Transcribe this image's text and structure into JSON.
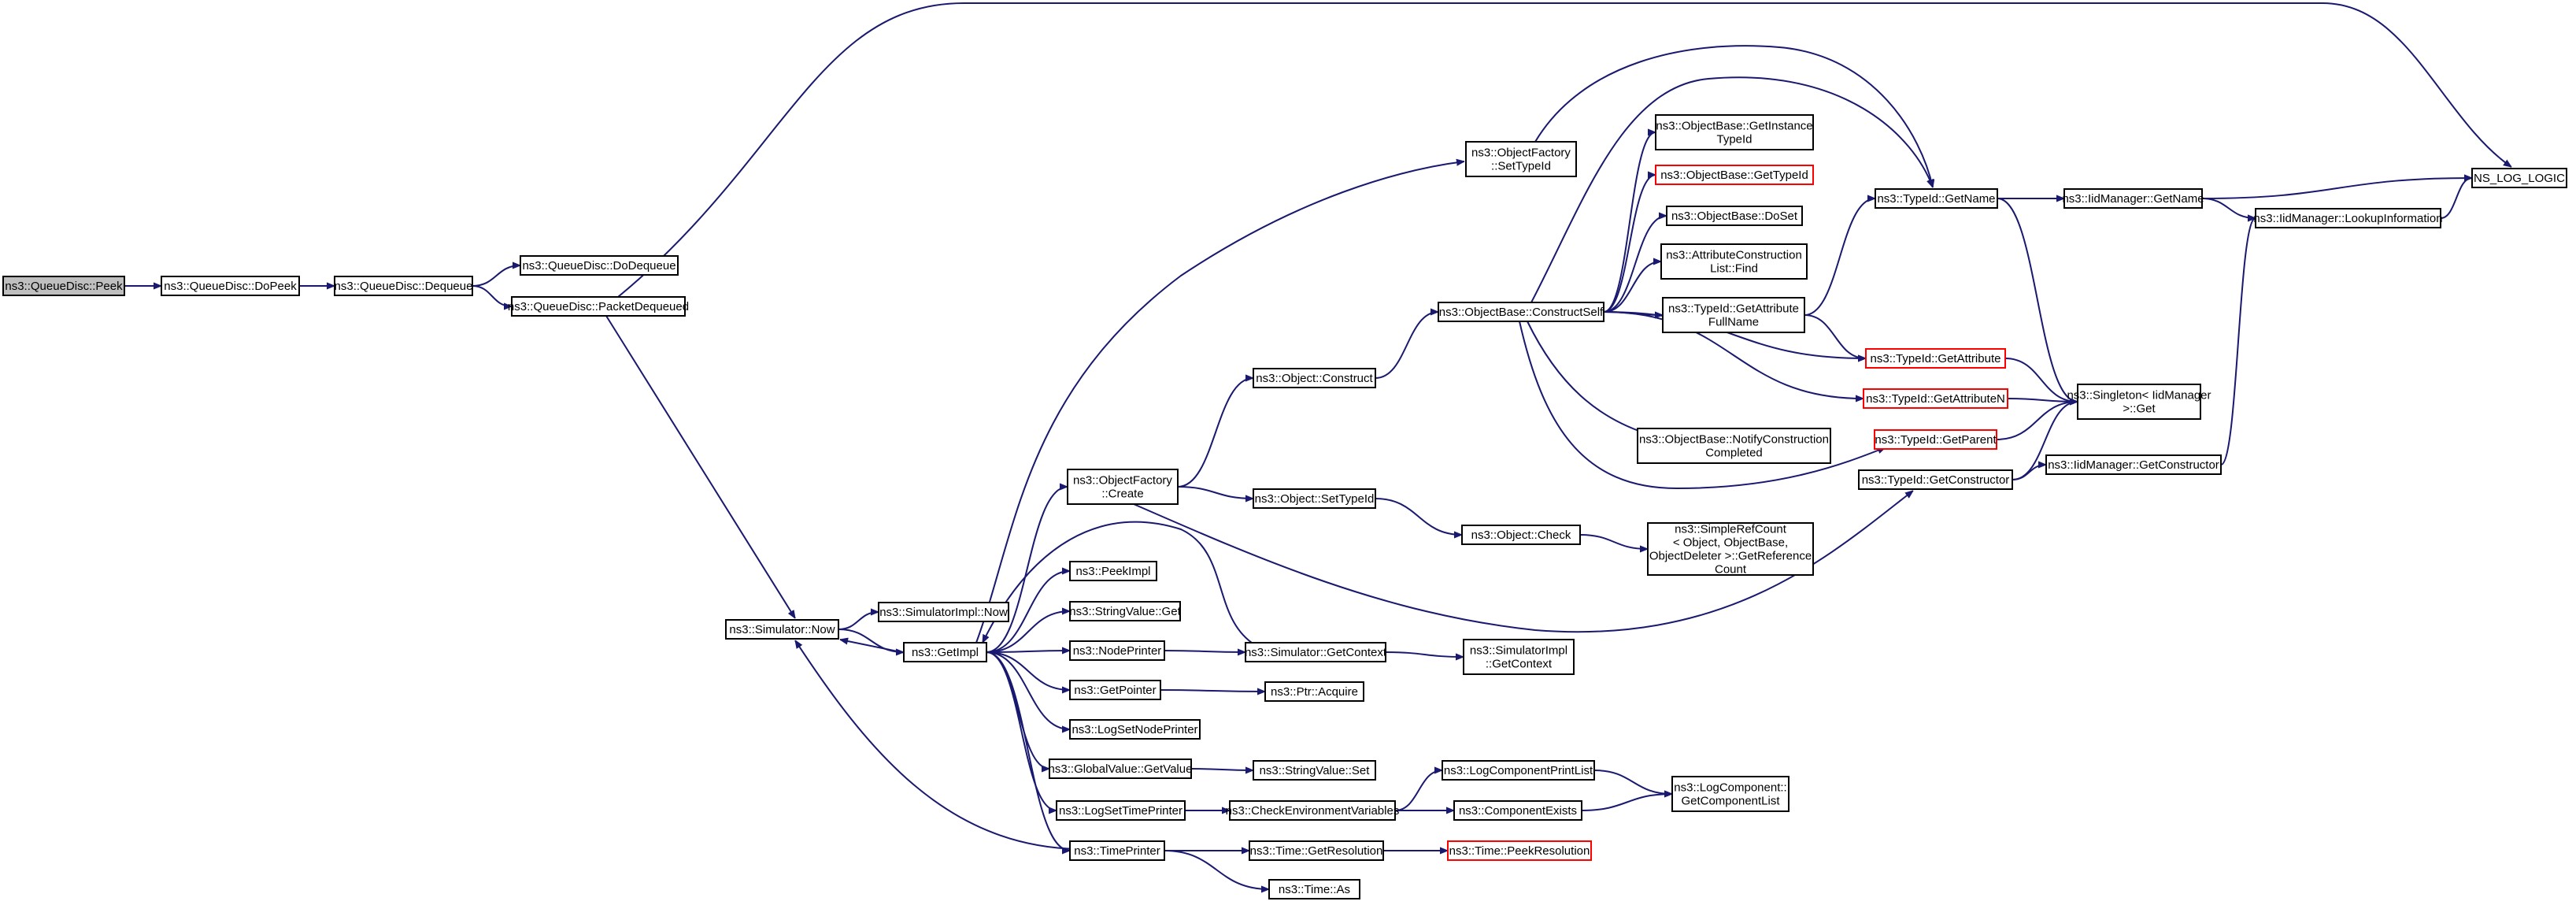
{
  "colors": {
    "edge": "#191970",
    "highlight_border": "#ff0000",
    "root_fill": "#bfbfbf",
    "border": "#000000"
  },
  "nodes": [
    {
      "id": "peek",
      "lines": [
        "ns3::QueueDisc::Peek"
      ],
      "style": "root"
    },
    {
      "id": "dopeek",
      "lines": [
        "ns3::QueueDisc::DoPeek"
      ]
    },
    {
      "id": "dequeue",
      "lines": [
        "ns3::QueueDisc::Dequeue"
      ]
    },
    {
      "id": "dodequeue",
      "lines": [
        "ns3::QueueDisc::DoDequeue"
      ]
    },
    {
      "id": "pktdeq",
      "lines": [
        "ns3::QueueDisc::PacketDequeued"
      ]
    },
    {
      "id": "simnow",
      "lines": [
        "ns3::Simulator::Now"
      ]
    },
    {
      "id": "simimplnow",
      "lines": [
        "ns3::SimulatorImpl::Now"
      ]
    },
    {
      "id": "getimpl",
      "lines": [
        "ns3::GetImpl"
      ]
    },
    {
      "id": "objfactcreate",
      "lines": [
        "ns3::ObjectFactory",
        "::Create"
      ]
    },
    {
      "id": "peekimpl",
      "lines": [
        "ns3::PeekImpl"
      ]
    },
    {
      "id": "strvalget",
      "lines": [
        "ns3::StringValue::Get"
      ]
    },
    {
      "id": "nodeprinter",
      "lines": [
        "ns3::NodePrinter"
      ]
    },
    {
      "id": "getpointer",
      "lines": [
        "ns3::GetPointer"
      ]
    },
    {
      "id": "logsetnodeprinter",
      "lines": [
        "ns3::LogSetNodePrinter"
      ]
    },
    {
      "id": "globalvalget",
      "lines": [
        "ns3::GlobalValue::GetValue"
      ]
    },
    {
      "id": "logsettimeprinter",
      "lines": [
        "ns3::LogSetTimePrinter"
      ]
    },
    {
      "id": "timeprinter",
      "lines": [
        "ns3::TimePrinter"
      ]
    },
    {
      "id": "objconstruct",
      "lines": [
        "ns3::Object::Construct"
      ]
    },
    {
      "id": "objsettypeid",
      "lines": [
        "ns3::Object::SetTypeId"
      ]
    },
    {
      "id": "simgetcontext",
      "lines": [
        "ns3::Simulator::GetContext"
      ]
    },
    {
      "id": "ptracquire",
      "lines": [
        "ns3::Ptr::Acquire"
      ]
    },
    {
      "id": "strvalset",
      "lines": [
        "ns3::StringValue::Set"
      ]
    },
    {
      "id": "checkenv",
      "lines": [
        "ns3::CheckEnvironmentVariables"
      ]
    },
    {
      "id": "timegetres",
      "lines": [
        "ns3::Time::GetResolution"
      ]
    },
    {
      "id": "timeas",
      "lines": [
        "ns3::Time::As"
      ]
    },
    {
      "id": "objfactsettypeid",
      "lines": [
        "ns3::ObjectFactory",
        "::SetTypeId"
      ]
    },
    {
      "id": "objbaseconstructself",
      "lines": [
        "ns3::ObjectBase::ConstructSelf"
      ]
    },
    {
      "id": "objcheck",
      "lines": [
        "ns3::Object::Check"
      ]
    },
    {
      "id": "simimplgetcontext",
      "lines": [
        "ns3::SimulatorImpl",
        "::GetContext"
      ]
    },
    {
      "id": "logcompprintlist",
      "lines": [
        "ns3::LogComponentPrintList"
      ]
    },
    {
      "id": "compexists",
      "lines": [
        "ns3::ComponentExists"
      ]
    },
    {
      "id": "timepeekres",
      "lines": [
        "ns3::Time::PeekResolution"
      ],
      "style": "red"
    },
    {
      "id": "objbasegetinsttid",
      "lines": [
        "ns3::ObjectBase::GetInstance",
        "TypeId"
      ]
    },
    {
      "id": "objbasegettid",
      "lines": [
        "ns3::ObjectBase::GetTypeId"
      ],
      "style": "red"
    },
    {
      "id": "objbasedoset",
      "lines": [
        "ns3::ObjectBase::DoSet"
      ]
    },
    {
      "id": "attrconstrlistfind",
      "lines": [
        "ns3::AttributeConstruction",
        "List::Find"
      ]
    },
    {
      "id": "tidgetattrfullname",
      "lines": [
        "ns3::TypeId::GetAttribute",
        "FullName"
      ]
    },
    {
      "id": "objbasenotify",
      "lines": [
        "ns3::ObjectBase::NotifyConstruction",
        "Completed"
      ]
    },
    {
      "id": "simplerefcount",
      "lines": [
        "ns3::SimpleRefCount",
        "< Object, ObjectBase,",
        "ObjectDeleter >::GetReference",
        "Count"
      ]
    },
    {
      "id": "logcompgetlist",
      "lines": [
        "ns3::LogComponent::",
        "GetComponentList"
      ]
    },
    {
      "id": "tidgetname",
      "lines": [
        "ns3::TypeId::GetName"
      ]
    },
    {
      "id": "tidgetattr",
      "lines": [
        "ns3::TypeId::GetAttribute"
      ],
      "style": "red"
    },
    {
      "id": "tidgetattrn",
      "lines": [
        "ns3::TypeId::GetAttributeN"
      ],
      "style": "red"
    },
    {
      "id": "tidgetparent",
      "lines": [
        "ns3::TypeId::GetParent"
      ],
      "style": "red"
    },
    {
      "id": "tidgetconstructor",
      "lines": [
        "ns3::TypeId::GetConstructor"
      ]
    },
    {
      "id": "iidmgrgetname",
      "lines": [
        "ns3::IidManager::GetName"
      ]
    },
    {
      "id": "singletonget",
      "lines": [
        "ns3::Singleton< IidManager",
        ">::Get"
      ]
    },
    {
      "id": "iidmgrgetconstructor",
      "lines": [
        "ns3::IidManager::GetConstructor"
      ]
    },
    {
      "id": "iidmgrlookup",
      "lines": [
        "ns3::IidManager::LookupInformation"
      ]
    },
    {
      "id": "nslog",
      "lines": [
        "NS_LOG_LOGIC"
      ]
    }
  ],
  "edges": [
    [
      "peek",
      "dopeek"
    ],
    [
      "dopeek",
      "dequeue"
    ],
    [
      "dequeue",
      "dodequeue"
    ],
    [
      "dequeue",
      "pktdeq"
    ],
    [
      "pktdeq",
      "nslog"
    ],
    [
      "pktdeq",
      "simnow"
    ],
    [
      "simnow",
      "simimplnow"
    ],
    [
      "simnow",
      "getimpl"
    ],
    [
      "getimpl",
      "objfactsettypeid"
    ],
    [
      "getimpl",
      "objfactcreate"
    ],
    [
      "getimpl",
      "peekimpl"
    ],
    [
      "getimpl",
      "strvalget"
    ],
    [
      "getimpl",
      "nodeprinter"
    ],
    [
      "getimpl",
      "getpointer"
    ],
    [
      "getimpl",
      "logsetnodeprinter"
    ],
    [
      "getimpl",
      "globalvalget"
    ],
    [
      "getimpl",
      "logsettimeprinter"
    ],
    [
      "getimpl",
      "timeprinter"
    ],
    [
      "getimpl",
      "simnow"
    ],
    [
      "objfactcreate",
      "objconstruct"
    ],
    [
      "objfactcreate",
      "objsettypeid"
    ],
    [
      "objfactcreate",
      "tidgetconstructor"
    ],
    [
      "objfactsettypeid",
      "tidgetname"
    ],
    [
      "simgetcontext",
      "getimpl"
    ],
    [
      "simgetcontext",
      "simimplgetcontext"
    ],
    [
      "nodeprinter",
      "simgetcontext"
    ],
    [
      "getpointer",
      "ptracquire"
    ],
    [
      "globalvalget",
      "strvalset"
    ],
    [
      "logsettimeprinter",
      "checkenv"
    ],
    [
      "timeprinter",
      "timegetres"
    ],
    [
      "timeprinter",
      "timeas"
    ],
    [
      "timeprinter",
      "simnow"
    ],
    [
      "checkenv",
      "logcompprintlist"
    ],
    [
      "checkenv",
      "compexists"
    ],
    [
      "logcompprintlist",
      "logcompgetlist"
    ],
    [
      "compexists",
      "logcompgetlist"
    ],
    [
      "timegetres",
      "timepeekres"
    ],
    [
      "objconstruct",
      "objbaseconstructself"
    ],
    [
      "objsettypeid",
      "objcheck"
    ],
    [
      "objcheck",
      "simplerefcount"
    ],
    [
      "objbaseconstructself",
      "objbasegetinsttid"
    ],
    [
      "objbaseconstructself",
      "objbasegettid"
    ],
    [
      "objbaseconstructself",
      "objbasedoset"
    ],
    [
      "objbaseconstructself",
      "attrconstrlistfind"
    ],
    [
      "objbaseconstructself",
      "tidgetattrfullname"
    ],
    [
      "objbaseconstructself",
      "objbasenotify"
    ],
    [
      "objbaseconstructself",
      "tidgetattr"
    ],
    [
      "objbaseconstructself",
      "tidgetattrn"
    ],
    [
      "objbaseconstructself",
      "tidgetparent"
    ],
    [
      "objbaseconstructself",
      "tidgetname"
    ],
    [
      "tidgetattrfullname",
      "tidgetname"
    ],
    [
      "tidgetattrfullname",
      "tidgetattr"
    ],
    [
      "tidgetname",
      "iidmgrgetname"
    ],
    [
      "tidgetname",
      "singletonget"
    ],
    [
      "tidgetattr",
      "singletonget"
    ],
    [
      "tidgetattrn",
      "singletonget"
    ],
    [
      "tidgetparent",
      "singletonget"
    ],
    [
      "tidgetconstructor",
      "singletonget"
    ],
    [
      "tidgetconstructor",
      "iidmgrgetconstructor"
    ],
    [
      "iidmgrgetname",
      "iidmgrlookup"
    ],
    [
      "iidmgrgetname",
      "nslog"
    ],
    [
      "iidmgrgetconstructor",
      "iidmgrlookup"
    ],
    [
      "iidmgrlookup",
      "nslog"
    ]
  ]
}
